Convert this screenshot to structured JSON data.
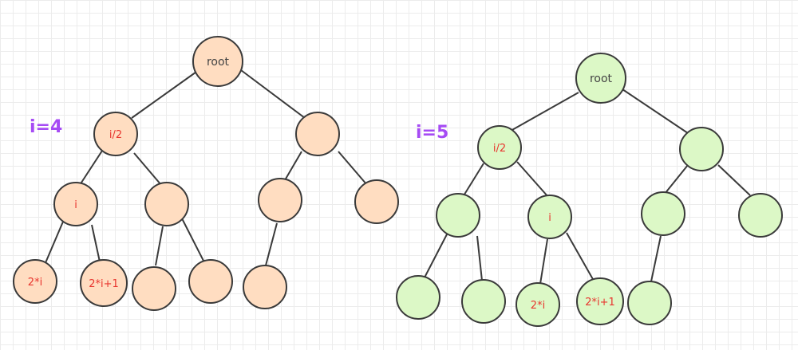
{
  "colors": {
    "left_fill": "#ffddc1",
    "right_fill": "#dcf8c6",
    "title": "#a64bf4",
    "label_red": "#e8352e"
  },
  "left_tree": {
    "title": "i=4",
    "labels": {
      "root": "root",
      "parent": "i/2",
      "node": "i",
      "left_child": "2*i",
      "right_child": "2*i+1"
    }
  },
  "right_tree": {
    "title": "i=5",
    "labels": {
      "root": "root",
      "parent": "i/2",
      "node": "i",
      "left_child": "2*i",
      "right_child": "2*i+1"
    }
  }
}
